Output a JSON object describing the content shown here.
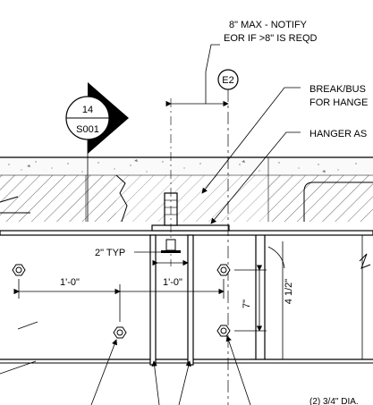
{
  "notes": {
    "max_line1": "8\" MAX - NOTIFY",
    "max_line2": "EOR IF >8\" IS REQD",
    "break_line1": "BREAK/BUS",
    "break_line2": "FOR HANGE",
    "hanger_assembly": "HANGER AS",
    "bottom_partial": "(2) 3/4\" DIA."
  },
  "section_marker": {
    "number": "14",
    "sheet": "S001"
  },
  "gridline_bubble": {
    "label": "E2"
  },
  "dimensions": {
    "typ_gap": "2\" TYP",
    "left_spacing": "1'-0\"",
    "center_spacing": "1'-0\"",
    "vertical_spacing": "7\"",
    "overall_vertical": "4 1/2\""
  }
}
